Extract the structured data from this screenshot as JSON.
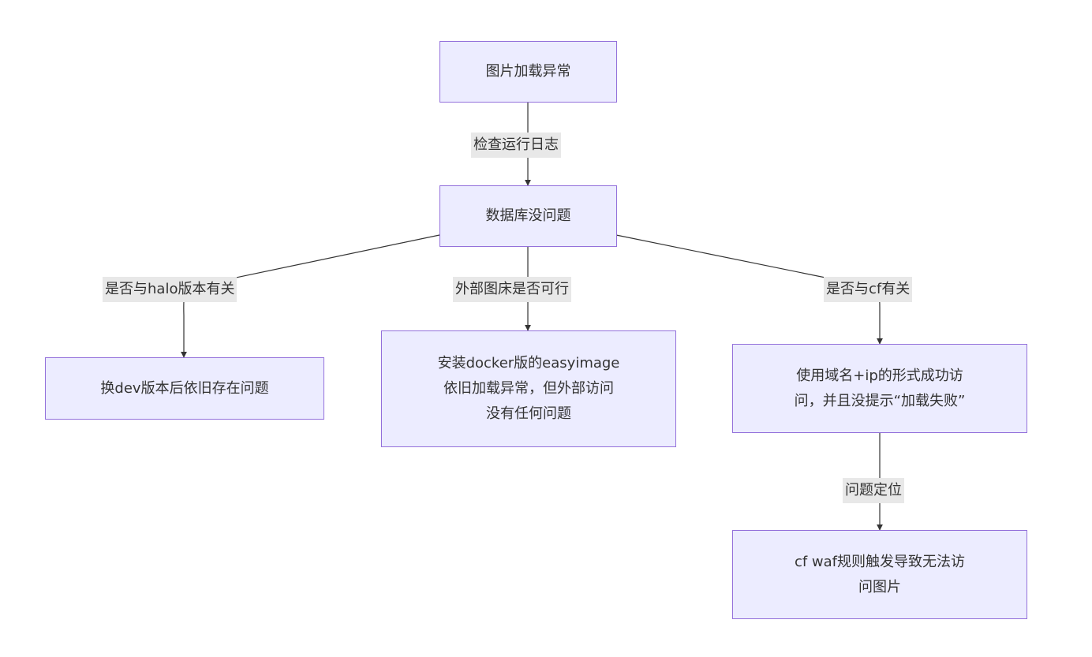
{
  "nodes": {
    "n1": "图片加载异常",
    "n2": "数据库没问题",
    "n3": "换dev版本后依旧存在问题",
    "n4": "安装docker版的easyimage\n依旧加载异常，但外部访问\n没有任何问题",
    "n5": "使用域名+ip的形式成功访\n问，并且没提示“加载失败”",
    "n6": "cf waf规则触发导致无法访\n问图片"
  },
  "edges": {
    "e1": "检查运行日志",
    "e2": "是否与halo版本有关",
    "e3": "外部图床是否可行",
    "e4": "是否与cf有关",
    "e5": "问题定位"
  },
  "colors": {
    "node_fill": "#ececff",
    "node_stroke": "#9370db",
    "edge": "#333333",
    "label_bg": "#e8e8e8"
  }
}
